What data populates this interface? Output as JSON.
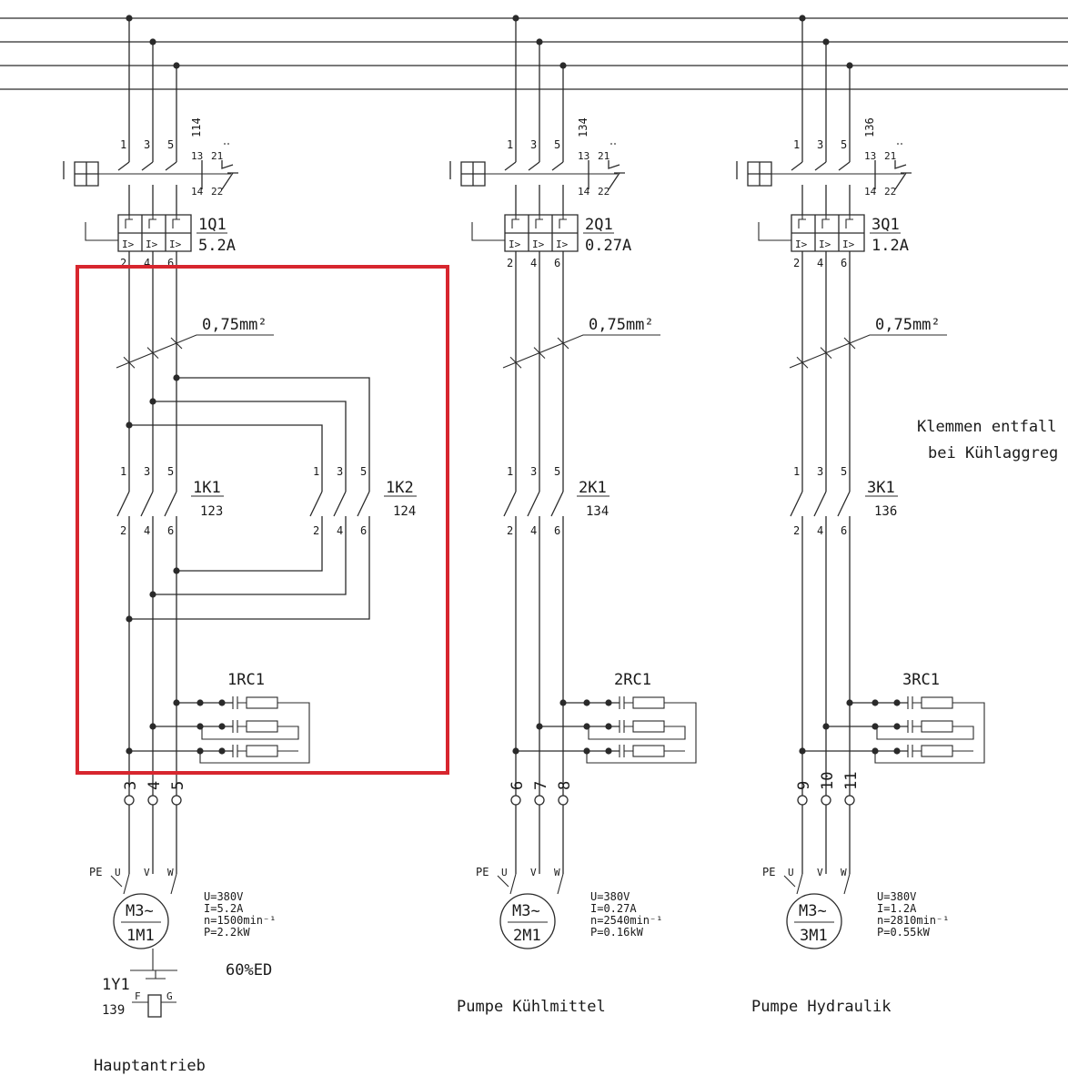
{
  "drives": [
    {
      "breaker_id": "1Q1",
      "breaker_rating": "5.2A",
      "breaker_ref": "114",
      "breaker_terms_top": [
        "1",
        "3",
        "5"
      ],
      "breaker_terms_bottom": [
        "2",
        "4",
        "6"
      ],
      "aux_contacts": {
        "top": [
          "13",
          "21"
        ],
        "bottom": [
          "14",
          "22"
        ]
      },
      "cable_size": "0,75mm²",
      "contactors": [
        {
          "id": "1K1",
          "ref": "123",
          "terms_top": [
            "1",
            "3",
            "5"
          ],
          "terms_bottom": [
            "2",
            "4",
            "6"
          ]
        },
        {
          "id": "1K2",
          "ref": "124",
          "terms_top": [
            "1",
            "3",
            "5"
          ],
          "terms_bottom": [
            "2",
            "4",
            "6"
          ]
        }
      ],
      "rc_id": "1RC1",
      "terminals": [
        "3",
        "4",
        "5"
      ],
      "motor": {
        "pe": "PE",
        "phases": [
          "U",
          "V",
          "W"
        ],
        "type": "M3~",
        "id": "1M1",
        "specs": [
          "U=380V",
          "I=5.2A",
          "n=1500min⁻¹",
          "P=2.2kW"
        ]
      },
      "brake": {
        "duty": "60%ED",
        "id": "1Y1",
        "ref": "139",
        "terms": [
          "F",
          "G"
        ]
      },
      "caption": "Hauptantrieb"
    },
    {
      "breaker_id": "2Q1",
      "breaker_rating": "0.27A",
      "breaker_ref": "134",
      "breaker_terms_top": [
        "1",
        "3",
        "5"
      ],
      "breaker_terms_bottom": [
        "2",
        "4",
        "6"
      ],
      "aux_contacts": {
        "top": [
          "13",
          "21"
        ],
        "bottom": [
          "14",
          "22"
        ]
      },
      "cable_size": "0,75mm²",
      "contactors": [
        {
          "id": "2K1",
          "ref": "134",
          "terms_top": [
            "1",
            "3",
            "5"
          ],
          "terms_bottom": [
            "2",
            "4",
            "6"
          ]
        }
      ],
      "rc_id": "2RC1",
      "terminals": [
        "6",
        "7",
        "8"
      ],
      "motor": {
        "pe": "PE",
        "phases": [
          "U",
          "V",
          "W"
        ],
        "type": "M3~",
        "id": "2M1",
        "specs": [
          "U=380V",
          "I=0.27A",
          "n=2540min⁻¹",
          "P=0.16kW"
        ]
      },
      "caption": "Pumpe Kühlmittel"
    },
    {
      "breaker_id": "3Q1",
      "breaker_rating": "1.2A",
      "breaker_ref": "136",
      "breaker_terms_top": [
        "1",
        "3",
        "5"
      ],
      "breaker_terms_bottom": [
        "2",
        "4",
        "6"
      ],
      "aux_contacts": {
        "top": [
          "13",
          "21"
        ],
        "bottom": [
          "14",
          "22"
        ]
      },
      "cable_size": "0,75mm²",
      "contactors": [
        {
          "id": "3K1",
          "ref": "136",
          "terms_top": [
            "1",
            "3",
            "5"
          ],
          "terms_bottom": [
            "2",
            "4",
            "6"
          ]
        }
      ],
      "rc_id": "3RC1",
      "terminals": [
        "9",
        "10",
        "11"
      ],
      "motor": {
        "pe": "PE",
        "phases": [
          "U",
          "V",
          "W"
        ],
        "type": "M3~",
        "id": "3M1",
        "specs": [
          "U=380V",
          "I=1.2A",
          "n=2810min⁻¹",
          "P=0.55kW"
        ]
      },
      "caption": "Pumpe Hydraulik"
    }
  ],
  "note": {
    "line1": "Klemmen entfall",
    "line2": "bei Kühlaggreg"
  },
  "highlight_color": "#d7262e"
}
